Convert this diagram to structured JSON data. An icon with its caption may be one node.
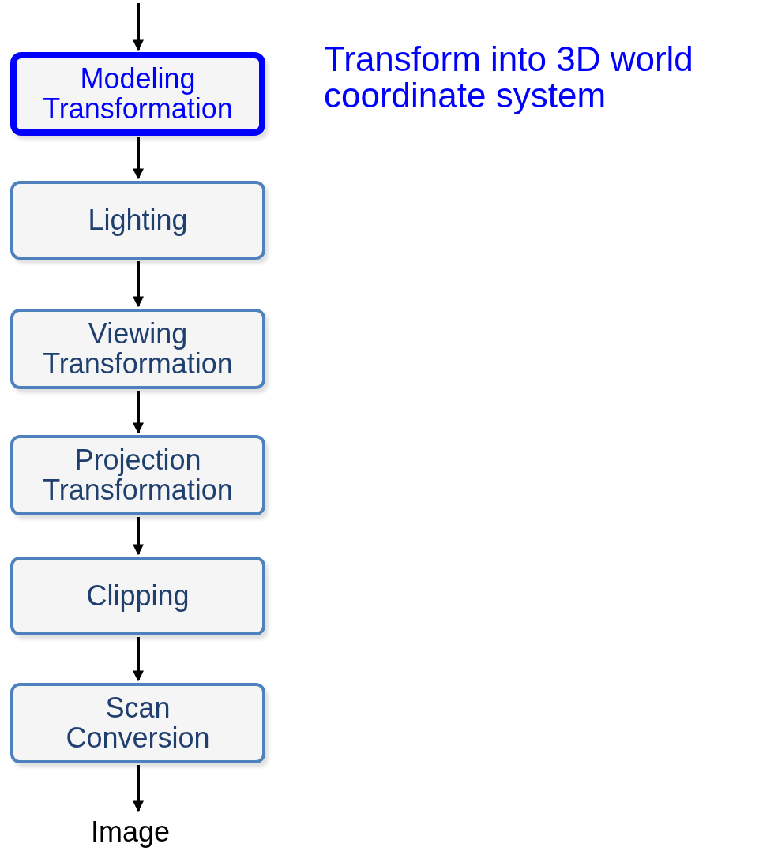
{
  "diagram": {
    "nodes": [
      {
        "text": [
          "Modeling Transformation"
        ]
      },
      {
        "text": [
          "Lighting"
        ]
      },
      {
        "text": [
          "Viewing Transformation"
        ]
      },
      {
        "text": [
          "Projection Transformation"
        ]
      },
      {
        "text": [
          "Clipping"
        ]
      },
      {
        "text": [
          "Scan Conversion"
        ]
      },
      {
        "text": [
          "Image"
        ]
      }
    ],
    "edges": [
      {
        "from": null,
        "to": 0,
        "arrow": "to"
      },
      {
        "from": 0,
        "to": 1,
        "arrow": "to"
      },
      {
        "from": 1,
        "to": 2,
        "arrow": "to"
      },
      {
        "from": 2,
        "to": 3,
        "arrow": "to"
      },
      {
        "from": 3,
        "to": 4,
        "arrow": "to"
      },
      {
        "from": 4,
        "to": 5,
        "arrow": "to"
      },
      {
        "from": 5,
        "to": 6,
        "arrow": "to"
      }
    ],
    "labels": [
      "Transform into 3D world coordinate system"
    ]
  }
}
